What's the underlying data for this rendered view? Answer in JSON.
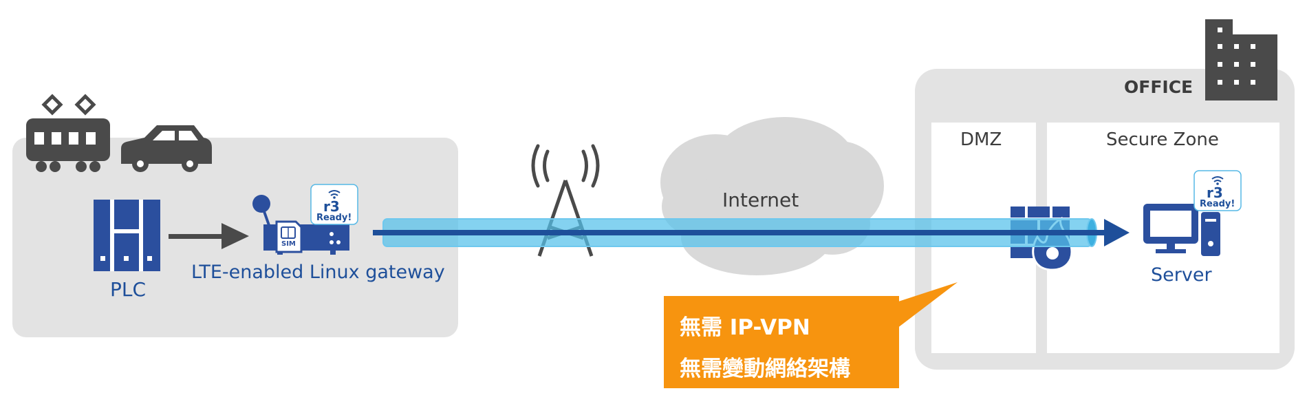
{
  "diagram": {
    "labels": {
      "plc": "PLC",
      "gateway": "LTE-enabled Linux gateway",
      "internet": "Internet",
      "office": "OFFICE",
      "dmz": "DMZ",
      "secure_zone": "Secure Zone",
      "server": "Server"
    },
    "badges": {
      "gateway": {
        "logo": "r3",
        "text": "Ready!"
      },
      "server": {
        "logo": "r3",
        "text": "Ready!"
      }
    },
    "gateway_sim_label": "SIM",
    "callout": {
      "line1": "無需 IP-VPN",
      "line2": "無需變動網絡架構"
    },
    "icons": [
      "train-icon",
      "car-icon",
      "plc-icon",
      "gateway-router-icon",
      "sim-card-icon",
      "wifi-icon",
      "cell-tower-icon",
      "cloud-icon",
      "building-icon",
      "firewall-icon",
      "server-computer-icon"
    ],
    "colors": {
      "panel_gray": "#e3e3e3",
      "device_blue": "#2b4f9e",
      "tunnel_light": "#55c1ea",
      "tunnel_dark": "#1e4f9a",
      "callout_orange": "#f7940f",
      "icon_dark": "#4a4a4a",
      "cloud_gray": "#d9d9d9"
    }
  }
}
